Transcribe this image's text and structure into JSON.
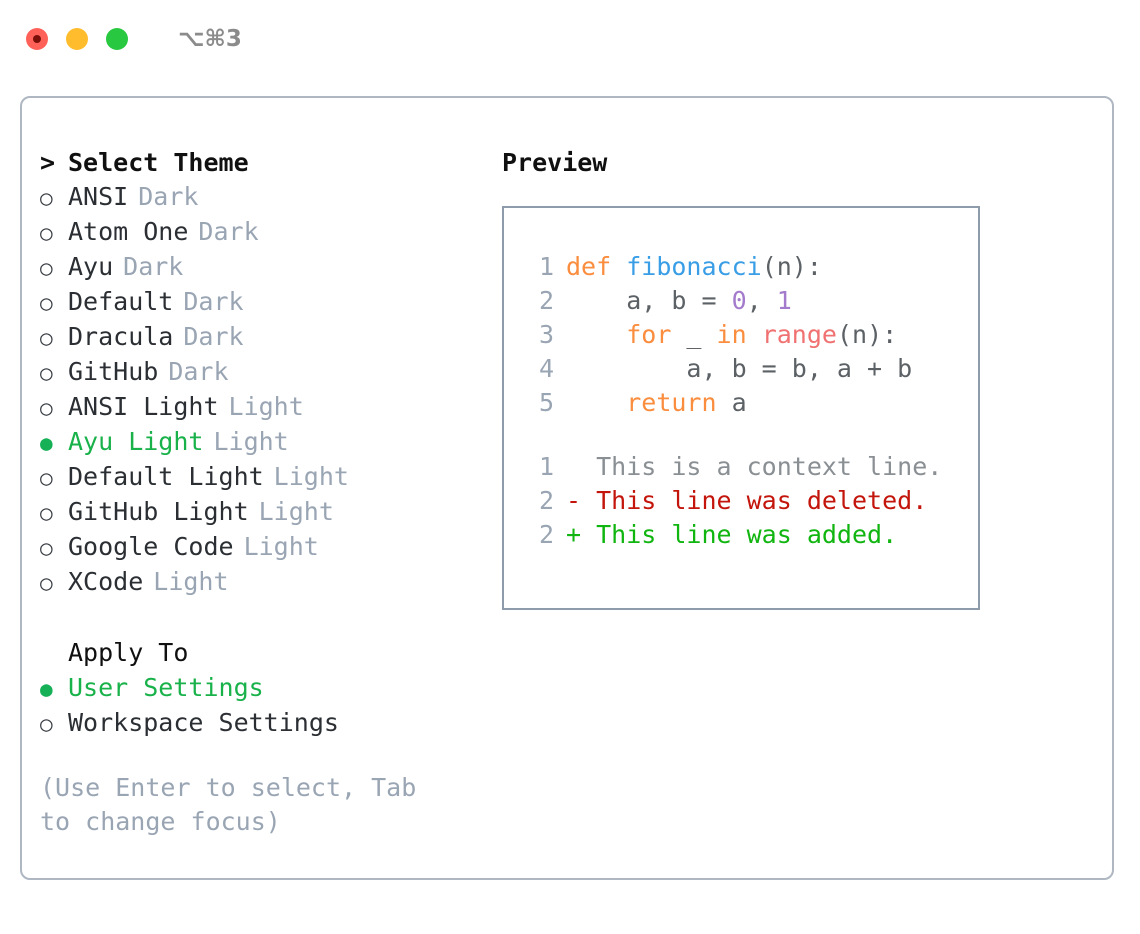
{
  "window": {
    "shortcut_label": "⌥⌘3",
    "traffic_lights": [
      "close-button",
      "minimize-button",
      "zoom-button"
    ]
  },
  "theme_selector": {
    "caret": ">",
    "title": "Select Theme",
    "bullet_selected": "●",
    "bullet_unselected": "○",
    "options": [
      {
        "name": "ANSI",
        "tag": "Dark",
        "selected": false
      },
      {
        "name": "Atom One",
        "tag": "Dark",
        "selected": false
      },
      {
        "name": "Ayu",
        "tag": "Dark",
        "selected": false
      },
      {
        "name": "Default",
        "tag": "Dark",
        "selected": false
      },
      {
        "name": "Dracula",
        "tag": "Dark",
        "selected": false
      },
      {
        "name": "GitHub",
        "tag": "Dark",
        "selected": false
      },
      {
        "name": "ANSI Light",
        "tag": "Light",
        "selected": false
      },
      {
        "name": "Ayu Light",
        "tag": "Light",
        "selected": true
      },
      {
        "name": "Default Light",
        "tag": "Light",
        "selected": false
      },
      {
        "name": "GitHub Light",
        "tag": "Light",
        "selected": false
      },
      {
        "name": "Google Code",
        "tag": "Light",
        "selected": false
      },
      {
        "name": "XCode",
        "tag": "Light",
        "selected": false
      }
    ]
  },
  "apply_to": {
    "title": "Apply To",
    "options": [
      {
        "name": "User Settings",
        "selected": true
      },
      {
        "name": "Workspace Settings",
        "selected": false
      }
    ]
  },
  "hint": "(Use Enter to select, Tab to change focus)",
  "preview": {
    "title": "Preview",
    "code_lines": [
      {
        "no": "1",
        "tokens": [
          {
            "t": "def ",
            "c": "kw"
          },
          {
            "t": "fibonacci",
            "c": "fn"
          },
          {
            "t": "(n):",
            "c": "punc"
          }
        ]
      },
      {
        "no": "2",
        "tokens": [
          {
            "t": "    a, b = ",
            "c": "txt"
          },
          {
            "t": "0",
            "c": "num"
          },
          {
            "t": ", ",
            "c": "txt"
          },
          {
            "t": "1",
            "c": "num"
          }
        ]
      },
      {
        "no": "3",
        "tokens": [
          {
            "t": "    ",
            "c": "txt"
          },
          {
            "t": "for",
            "c": "kw"
          },
          {
            "t": " _ ",
            "c": "txt"
          },
          {
            "t": "in",
            "c": "kw"
          },
          {
            "t": " ",
            "c": "txt"
          },
          {
            "t": "range",
            "c": "call"
          },
          {
            "t": "(n):",
            "c": "punc"
          }
        ]
      },
      {
        "no": "4",
        "tokens": [
          {
            "t": "        a, b = b, a + b",
            "c": "txt"
          }
        ]
      },
      {
        "no": "5",
        "tokens": [
          {
            "t": "    ",
            "c": "txt"
          },
          {
            "t": "return",
            "c": "kw"
          },
          {
            "t": " a",
            "c": "txt"
          }
        ]
      }
    ],
    "diff_lines": [
      {
        "no": "1",
        "marker": " ",
        "text": " This is a context line.",
        "kind": "ctx"
      },
      {
        "no": "2",
        "marker": "-",
        "text": " This line was deleted.",
        "kind": "del"
      },
      {
        "no": "2",
        "marker": "+",
        "text": " This line was added.",
        "kind": "add"
      }
    ]
  },
  "colors": {
    "accent_green": "#19b24a",
    "muted": "#9aa5b4",
    "border": "#aeb7c2",
    "preview_border": "#8d9bab",
    "kw": "#fa8d3e",
    "fn": "#399ee6",
    "num": "#a37acc",
    "call": "#f07171",
    "text": "#5c6166",
    "diff_ctx": "#8a8f94",
    "diff_del": "#c3150b",
    "diff_add": "#10b510",
    "tl_red": "#ff6159",
    "tl_yellow": "#ffbd2e",
    "tl_green": "#28c840"
  }
}
